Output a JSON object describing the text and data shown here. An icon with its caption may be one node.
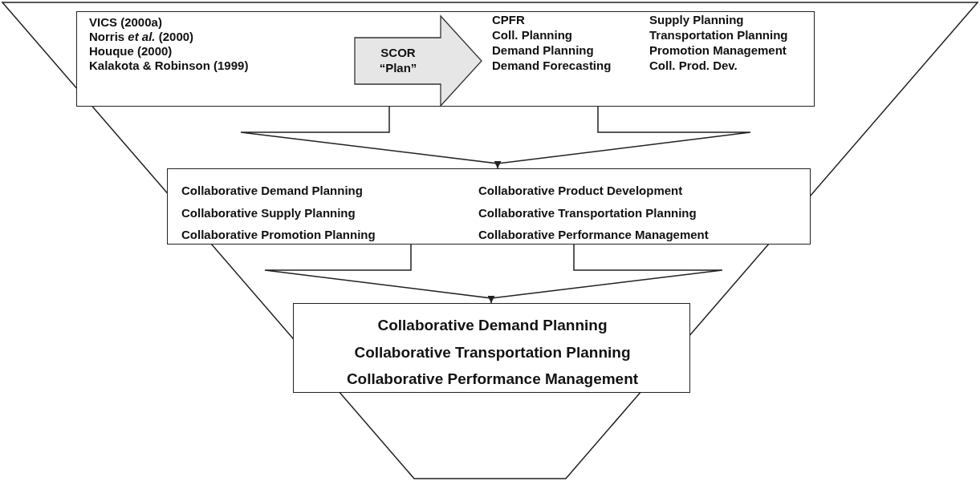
{
  "diagram": {
    "nodes": [
      {
        "text": [],
        "shape": "trapezoid"
      },
      {
        "text": [
          "VICS (2000a)",
          "Norris *et al.* (2000)",
          "Houque (2000)",
          "Kalakota & Robinson (1999)",
          "CPFR",
          "Coll. Planning",
          "Demand Planning",
          "Demand Forecasting",
          "Supply Planning",
          "Transportation Planning",
          "Promotion Management",
          "Coll. Prod. Dev."
        ],
        "in": 0
      },
      {
        "text": [
          "SCOR “Plan”"
        ],
        "in": 1
      },
      {
        "text": [
          "Collaborative Demand Planning",
          "Collaborative Supply Planning",
          "Collaborative Promotion Planning",
          "Collaborative Product Development",
          "Collaborative Transportation Planning",
          "Collaborative Performance Management"
        ],
        "in": 0
      },
      {
        "text": [
          "Collaborative Demand Planning",
          "Collaborative Transportation Planning",
          "Collaborative Performance Management"
        ],
        "in": 0
      }
    ],
    "edges": [
      {
        "from": 1,
        "to": 3,
        "arrow": "to"
      },
      {
        "from": 3,
        "to": 4,
        "arrow": "to"
      }
    ]
  }
}
